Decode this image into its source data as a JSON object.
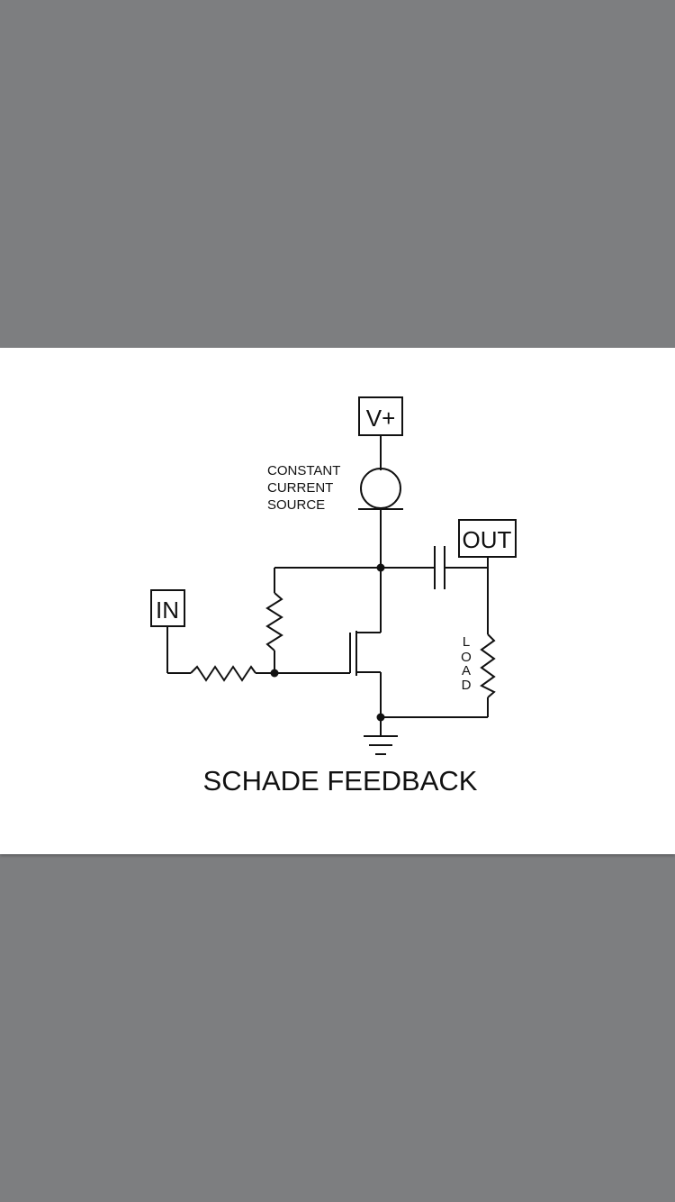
{
  "diagram": {
    "title": "SCHADE FEEDBACK",
    "labels": {
      "supply": "V+",
      "input": "IN",
      "output": "OUT",
      "source_line1": "CONSTANT",
      "source_line2": "CURRENT",
      "source_line3": "SOURCE",
      "load_l": "L",
      "load_o": "O",
      "load_a": "A",
      "load_d": "D"
    }
  }
}
